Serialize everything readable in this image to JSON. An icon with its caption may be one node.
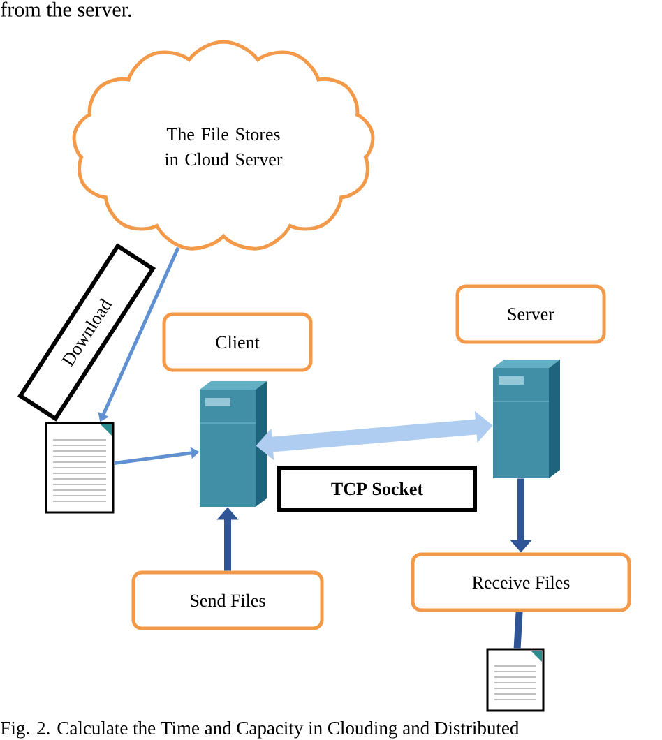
{
  "diagram": {
    "caption": "Fig. 2. Calculate the Time and Capacity in Clouding and Distributed",
    "nodes": [
      {
        "text": [
          "The File Stores in Cloud Server"
        ]
      },
      {
        "text": [],
        "shape": "document"
      },
      {
        "text": [],
        "shape": "server"
      },
      {
        "text": [
          "Client"
        ]
      },
      {
        "text": [
          "Server"
        ]
      },
      {
        "text": [],
        "shape": "server"
      },
      {
        "text": [
          "Send Files"
        ]
      },
      {
        "text": [
          "Receive Files"
        ]
      },
      {
        "text": [],
        "shape": "document"
      }
    ],
    "edges": [
      {
        "from": 0,
        "to": 1,
        "arrow": "to",
        "label": "Download",
        "color": "#5f91d2"
      },
      {
        "from": 1,
        "to": 2,
        "arrow": "to",
        "color": "#5f91d2"
      },
      {
        "from": 2,
        "to": 5,
        "arrow": "both",
        "label": "TCP Socket",
        "style": "thick",
        "color": "#afcdf0"
      },
      {
        "from": 6,
        "to": 2,
        "arrow": "to"
      },
      {
        "from": 5,
        "to": 7,
        "arrow": "to"
      },
      {
        "from": 7,
        "to": 8,
        "arrow": "none"
      }
    ],
    "labels": [
      "from the server."
    ]
  }
}
